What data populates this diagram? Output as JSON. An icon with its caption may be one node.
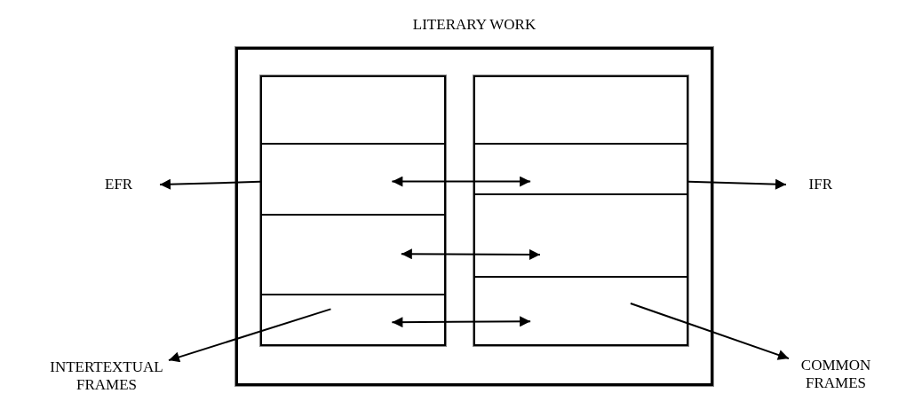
{
  "diagram": {
    "nodes": [
      {
        "text": [
          "LITERARY WORK"
        ]
      },
      {
        "text": [],
        "shape": "box",
        "in": 0
      },
      {
        "text": [],
        "shape": "box",
        "in": 1
      },
      {
        "text": [],
        "shape": "box",
        "in": 1
      },
      {
        "text": [],
        "shape": "box",
        "in": 1
      },
      {
        "text": [],
        "shape": "box",
        "in": 1
      },
      {
        "text": [],
        "shape": "box",
        "in": 0
      },
      {
        "text": [],
        "shape": "box",
        "in": 6
      },
      {
        "text": [],
        "shape": "box",
        "in": 6
      },
      {
        "text": [],
        "shape": "box",
        "in": 6
      },
      {
        "text": [],
        "shape": "box",
        "in": 6
      },
      {
        "text": [
          "EFR"
        ]
      },
      {
        "text": [
          "IFR"
        ]
      },
      {
        "text": [
          "INTERTEXTUAL FRAMES"
        ]
      },
      {
        "text": [
          "COMMON FRAMES"
        ]
      }
    ],
    "edges": [
      {
        "from": 1,
        "to": 11,
        "arrow": "to"
      },
      {
        "from": 6,
        "to": 12,
        "arrow": "to"
      },
      {
        "from": 3,
        "to": 8,
        "arrow": "both"
      },
      {
        "from": 4,
        "to": 9,
        "arrow": "both"
      },
      {
        "from": 5,
        "to": 10,
        "arrow": "both"
      },
      {
        "from": 5,
        "to": 13,
        "arrow": "to"
      },
      {
        "from": 10,
        "to": 14,
        "arrow": "to"
      }
    ]
  }
}
